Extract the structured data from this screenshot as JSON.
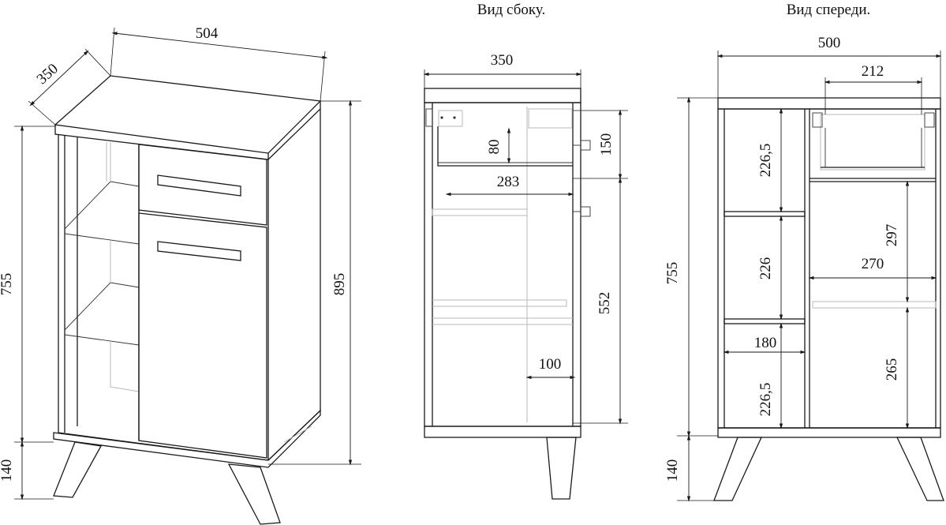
{
  "titles": {
    "side_view": "Вид сбоку.",
    "front_view": "Вид спереди."
  },
  "iso": {
    "width": "504",
    "depth": "350",
    "body_height": "755",
    "total_height": "895",
    "leg_height": "140"
  },
  "side": {
    "depth": "350",
    "drawer_front": "80",
    "drawer_depth": "283",
    "drawer_height": "150",
    "door_height": "552",
    "shelf_depth": "100"
  },
  "front": {
    "width": "500",
    "drawer_width": "212",
    "body_height": "755",
    "leg_height": "140",
    "shelf_top": "226,5",
    "shelf_mid": "226",
    "shelf_bottom": "226,5",
    "shelf_width": "180",
    "upper_section": "297",
    "section_width": "270",
    "lower_section": "265"
  }
}
